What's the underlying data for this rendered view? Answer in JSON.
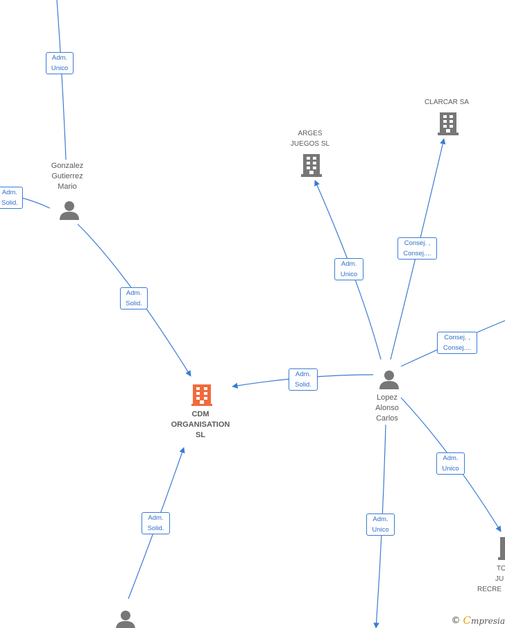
{
  "colors": {
    "edge": "#3a7bd5",
    "company": "#777777",
    "main_company": "#f26a3c",
    "person": "#777777"
  },
  "nodes": {
    "main": {
      "lines": [
        "CDM",
        "ORGANISATION",
        "SL"
      ]
    },
    "gonzalez": {
      "lines": [
        "Gonzalez",
        "Gutierrez",
        "Mario"
      ]
    },
    "lopez": {
      "lines": [
        "Lopez",
        "Alonso",
        "Carlos"
      ]
    },
    "arges": {
      "lines": [
        "ARGES",
        "JUEGOS SL"
      ]
    },
    "clarcar": {
      "lines": [
        "CLARCAR SA"
      ]
    },
    "recre": {
      "lines": [
        "TO",
        "JU",
        "RECRE"
      ]
    }
  },
  "edges": {
    "top_gonzalez": [
      "Adm.",
      "Unico"
    ],
    "left_gonzalez": [
      "Adm.",
      "Solid."
    ],
    "gonzalez_main": [
      "Adm.",
      "Solid."
    ],
    "lopez_main": [
      "Adm.",
      "Solid."
    ],
    "lopez_arges": [
      "Adm.",
      "Unico"
    ],
    "lopez_clarcar": [
      "Consej. ,",
      "Consej...."
    ],
    "lopez_right": [
      "Consej. ,",
      "Consej...."
    ],
    "lopez_recre": [
      "Adm.",
      "Unico"
    ],
    "lopez_bottom": [
      "Adm.",
      "Unico"
    ],
    "bottom_main": [
      "Adm.",
      "Solid."
    ]
  },
  "watermark": {
    "copyright": "©",
    "brand_initial": "C",
    "brand_rest": "mpresia"
  }
}
